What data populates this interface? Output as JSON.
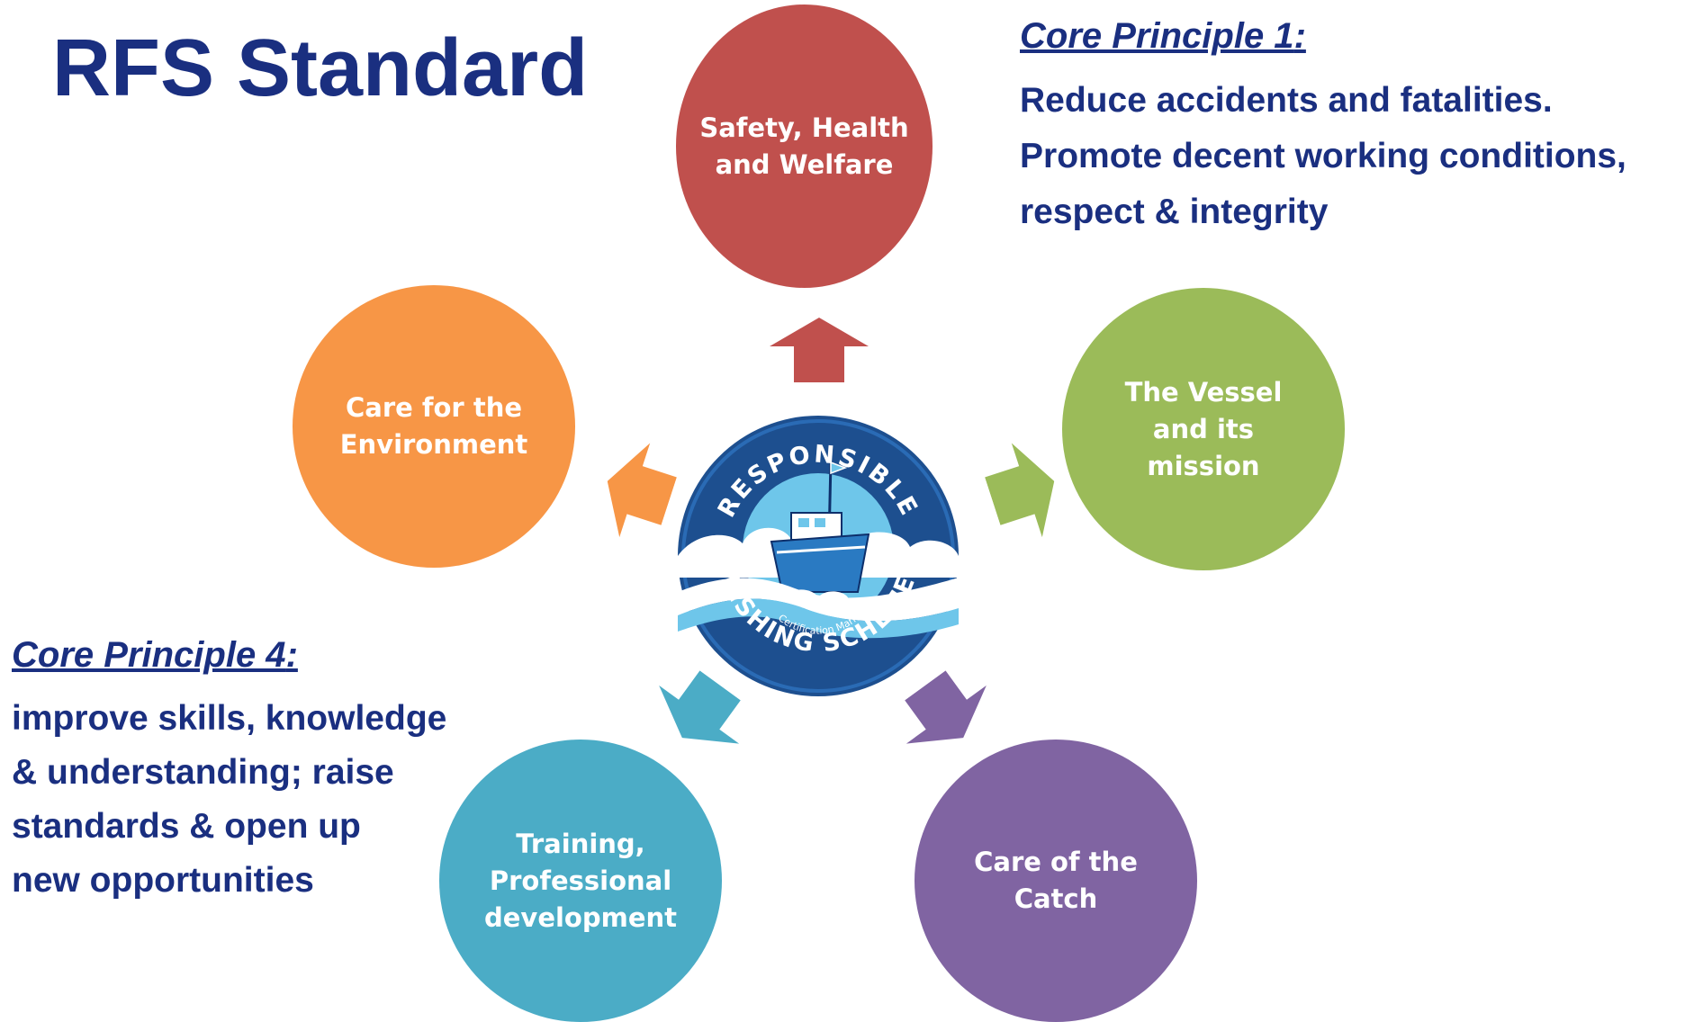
{
  "title": "RFS Standard",
  "core_principle_1": {
    "heading": "Core Principle 1",
    "colon": ":",
    "lines": [
      "Reduce accidents and fatalities.",
      "Promote decent working conditions,",
      "respect & integrity"
    ]
  },
  "core_principle_4": {
    "heading": "Core Principle 4",
    "colon": ":",
    "lines": [
      "improve skills, knowledge",
      "& understanding; raise",
      "standards & open up",
      "new opportunities"
    ]
  },
  "nodes": {
    "safety": {
      "lines": [
        "Safety, Health",
        "and Welfare"
      ],
      "color": "#c0504d"
    },
    "vessel": {
      "lines": [
        "The Vessel",
        "and its",
        "mission"
      ],
      "color": "#9bbb59"
    },
    "catch": {
      "lines": [
        "Care of the",
        "Catch"
      ],
      "color": "#8064a2"
    },
    "training": {
      "lines": [
        "Training,",
        "Professional",
        "development"
      ],
      "color": "#4bacc6"
    },
    "environment": {
      "lines": [
        "Care for the",
        "Environment"
      ],
      "color": "#f79646"
    }
  },
  "logo": {
    "top_text": "RESPONSIBLE",
    "bottom_text": "FISHING SCHEME",
    "mark_text": "Certification Mark"
  },
  "colors": {
    "title_blue": "#1a2f80",
    "logo_navy": "#1d4f8f"
  }
}
